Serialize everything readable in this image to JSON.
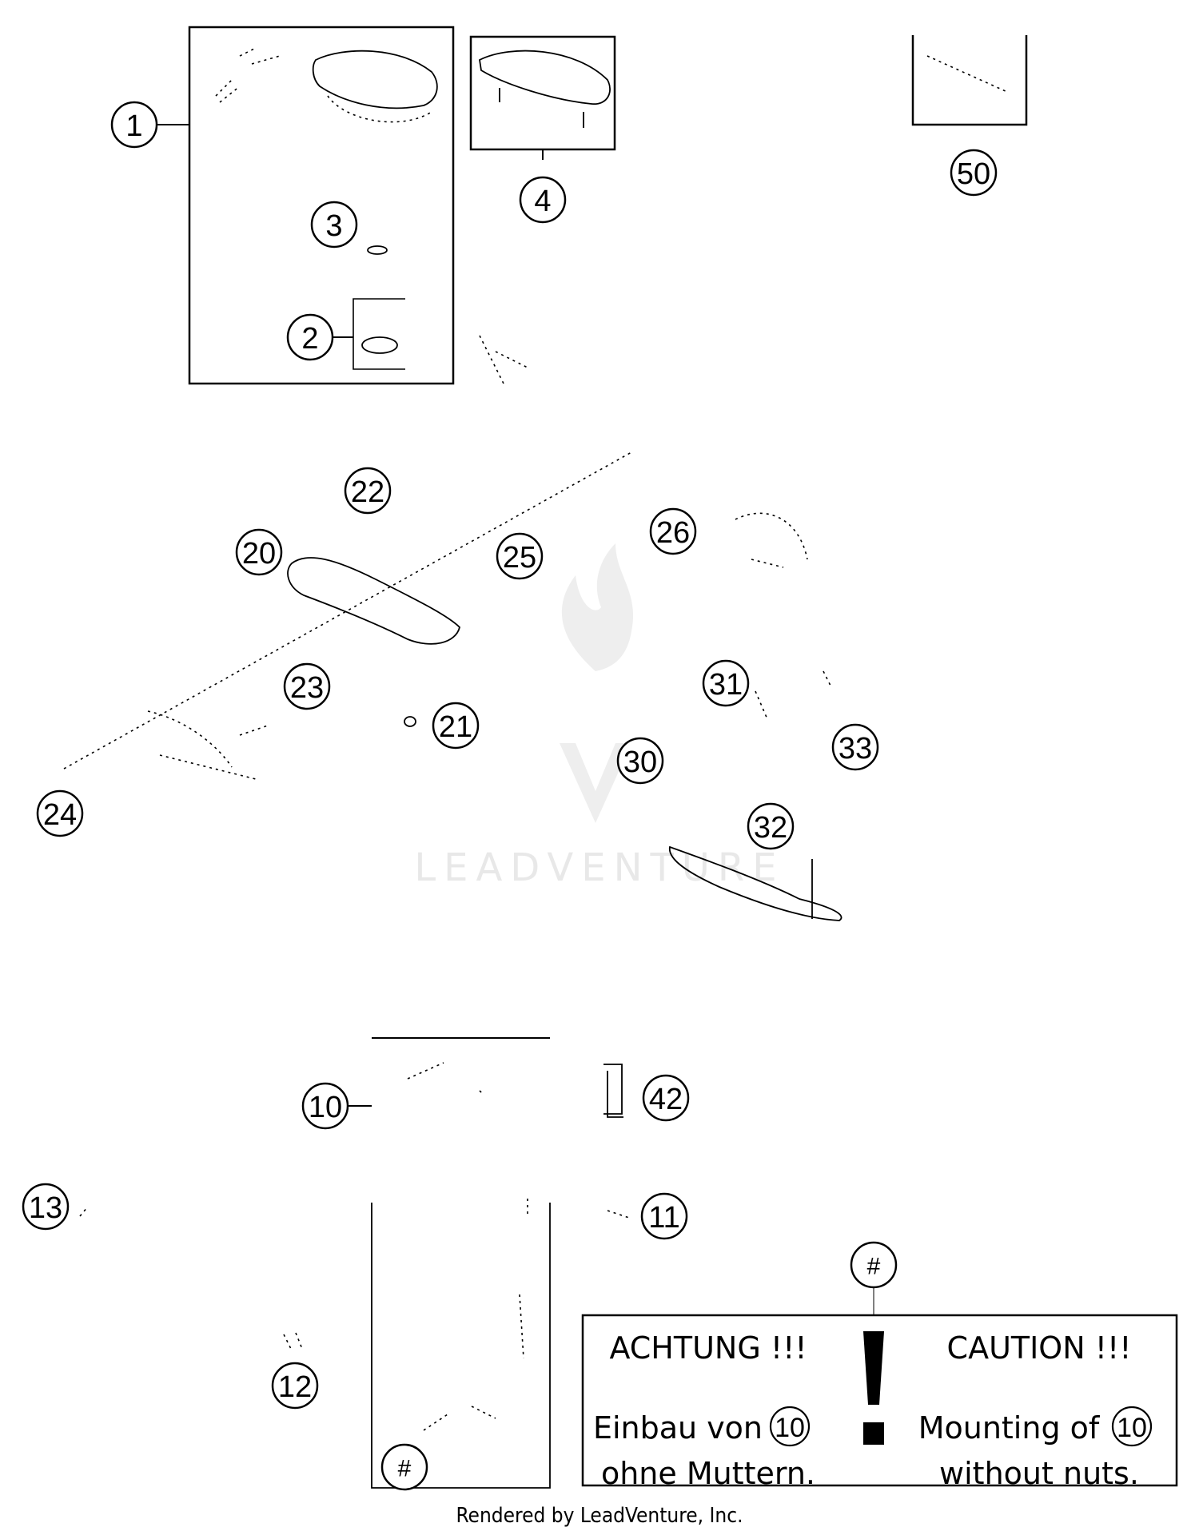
{
  "callouts": {
    "c1": "1",
    "c2": "2",
    "c3": "3",
    "c4": "4",
    "c50": "50",
    "c20": "20",
    "c21": "21",
    "c22": "22",
    "c23": "23",
    "c24": "24",
    "c25": "25",
    "c26": "26",
    "c30": "30",
    "c31": "31",
    "c32": "32",
    "c33": "33",
    "c10": "10",
    "c11": "11",
    "c12": "12",
    "c13": "13",
    "c42": "42",
    "hash_top": "#",
    "hash_inset": "#"
  },
  "caution_box": {
    "german_title": "ACHTUNG !!!",
    "english_title": "CAUTION !!!",
    "german_line1": "Einbau von",
    "german_ref": "10",
    "german_line2": "ohne Muttern.",
    "english_line1": "Mounting of",
    "english_ref": "10",
    "english_line2": "without nuts."
  },
  "watermark": "LEADVENTURE",
  "footer": "Rendered by LeadVenture, Inc."
}
